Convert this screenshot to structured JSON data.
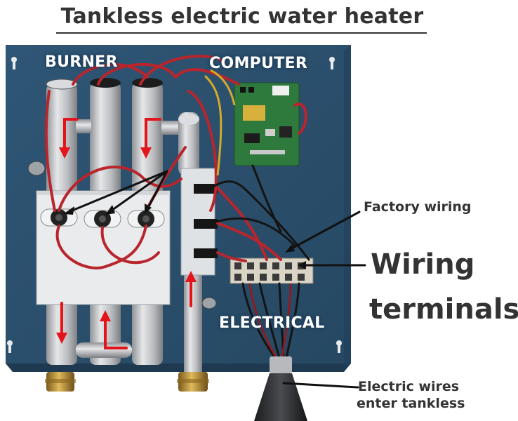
{
  "title": "Tankless electric water heater",
  "labels": {
    "burner": "BURNER",
    "computer": "COMPUTER",
    "electrical": "ELECTRICAL",
    "factory_wiring": "Factory wiring",
    "wiring_terminals_line1": "Wiring",
    "wiring_terminals_line2": "terminals",
    "electric_wires_line1": "Electric wires",
    "electric_wires_line2": "enter tankless"
  },
  "colors": {
    "panel": "#2c4f6e",
    "pipe": "#c7c9cc",
    "flow_arrow": "#e3141a",
    "wire_red": "#b8252c",
    "label_text": "#333333"
  }
}
